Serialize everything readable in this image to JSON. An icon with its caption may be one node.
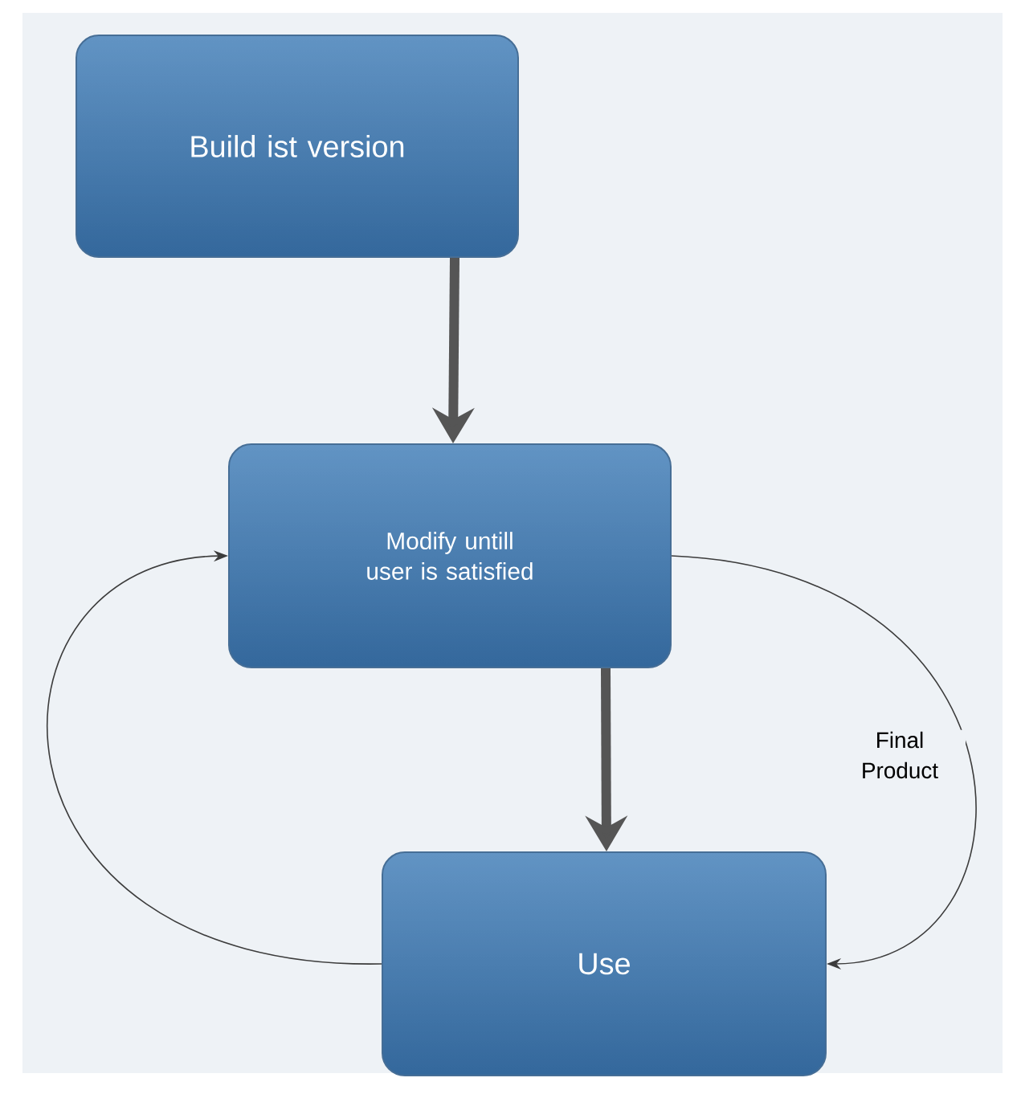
{
  "diagram": {
    "nodes": [
      {
        "text": [
          "Build ist version"
        ]
      },
      {
        "text": [
          "Modify untill user is satisfied"
        ]
      },
      {
        "text": [
          "Use"
        ]
      }
    ],
    "edges": [
      {
        "from": 0,
        "to": 1,
        "arrow": "to",
        "style": "thick"
      },
      {
        "from": 1,
        "to": 2,
        "arrow": "to",
        "style": "thick"
      },
      {
        "from": 1,
        "to": 2,
        "arrow": "to",
        "label": "Final Product"
      },
      {
        "from": 2,
        "to": 1,
        "arrow": "to"
      }
    ]
  }
}
